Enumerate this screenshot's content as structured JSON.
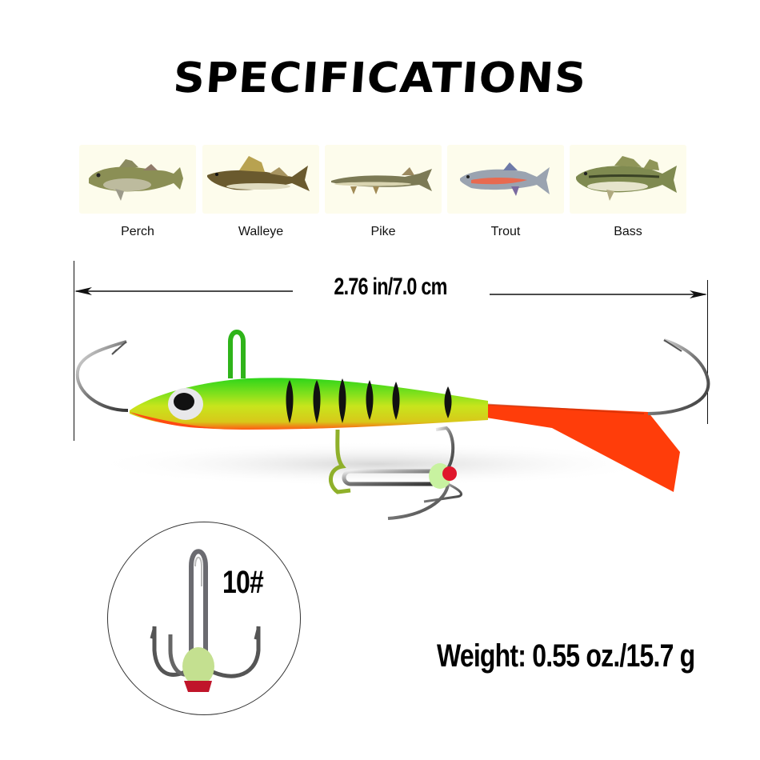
{
  "header": {
    "title": "SPECIFICATIONS"
  },
  "target_species": [
    {
      "label": "Perch",
      "icon": "perch-fish-image"
    },
    {
      "label": "Walleye",
      "icon": "walleye-fish-image"
    },
    {
      "label": "Pike",
      "icon": "pike-fish-image"
    },
    {
      "label": "Trout",
      "icon": "trout-fish-image"
    },
    {
      "label": "Bass",
      "icon": "bass-fish-image"
    }
  ],
  "dimensions": {
    "length_label": "2.76 in/7.0 cm"
  },
  "hook": {
    "size_label": "10#"
  },
  "weight": {
    "label": "Weight: 0.55 oz./15.7 g"
  },
  "colors": {
    "lure_green": "#2ed51a",
    "lure_yellow": "#c8e51c",
    "lure_orange": "#ff3d0a",
    "stripe_black": "#111111",
    "fish_card_bg": "#fdfcec"
  }
}
